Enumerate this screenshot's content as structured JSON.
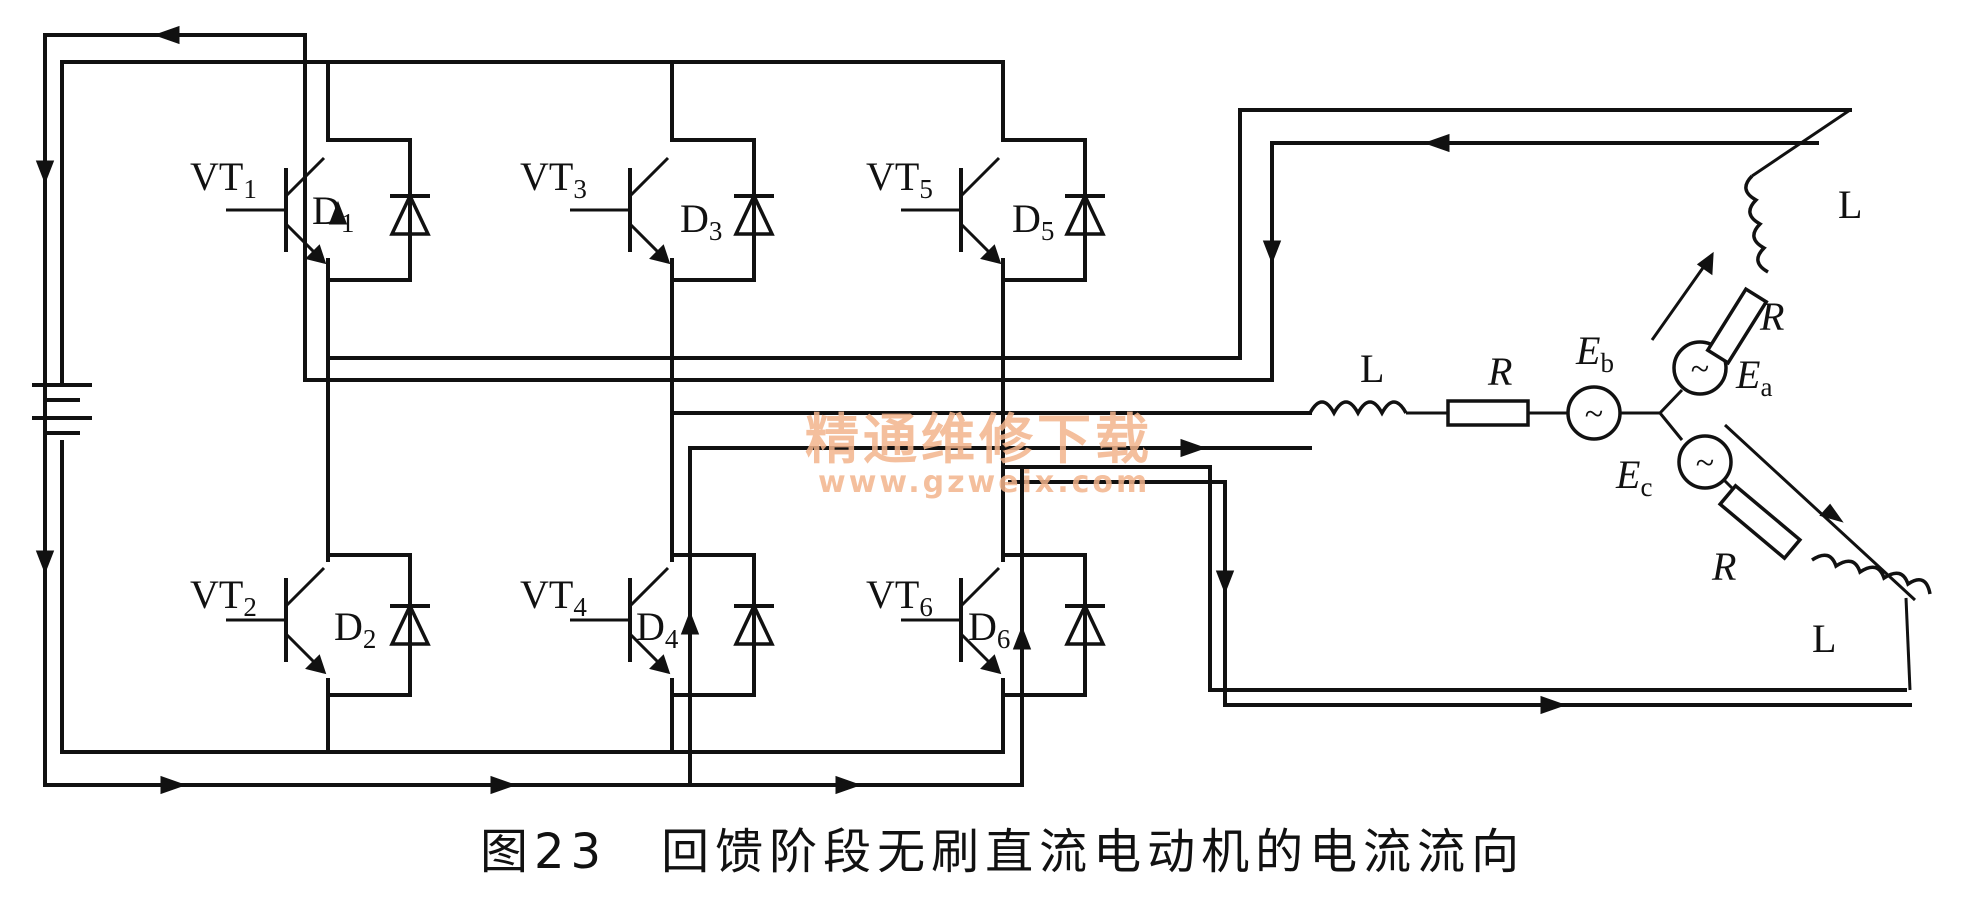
{
  "labels": {
    "vt1": "VT",
    "vt1_sub": "1",
    "vt2": "VT",
    "vt2_sub": "2",
    "vt3": "VT",
    "vt3_sub": "3",
    "vt4": "VT",
    "vt4_sub": "4",
    "vt5": "VT",
    "vt5_sub": "5",
    "vt6": "VT",
    "vt6_sub": "6",
    "d1": "D",
    "d1_sub": "1",
    "d2": "D",
    "d2_sub": "2",
    "d3": "D",
    "d3_sub": "3",
    "d4": "D",
    "d4_sub": "4",
    "d5": "D",
    "d5_sub": "5",
    "d6": "D",
    "d6_sub": "6",
    "l_a": "L",
    "r_a": "R",
    "l_b": "L",
    "r_b": "R",
    "l_c": "L",
    "r_c": "R",
    "ea": "E",
    "ea_sub": "a",
    "eb": "E",
    "eb_sub": "b",
    "ec": "E",
    "ec_sub": "c",
    "source_symbol": "~"
  },
  "watermark": {
    "line1": "精通维修下载",
    "line2": "www.gzweix.com"
  },
  "caption": "图23　回馈阶段无刷直流电动机的电流流向"
}
